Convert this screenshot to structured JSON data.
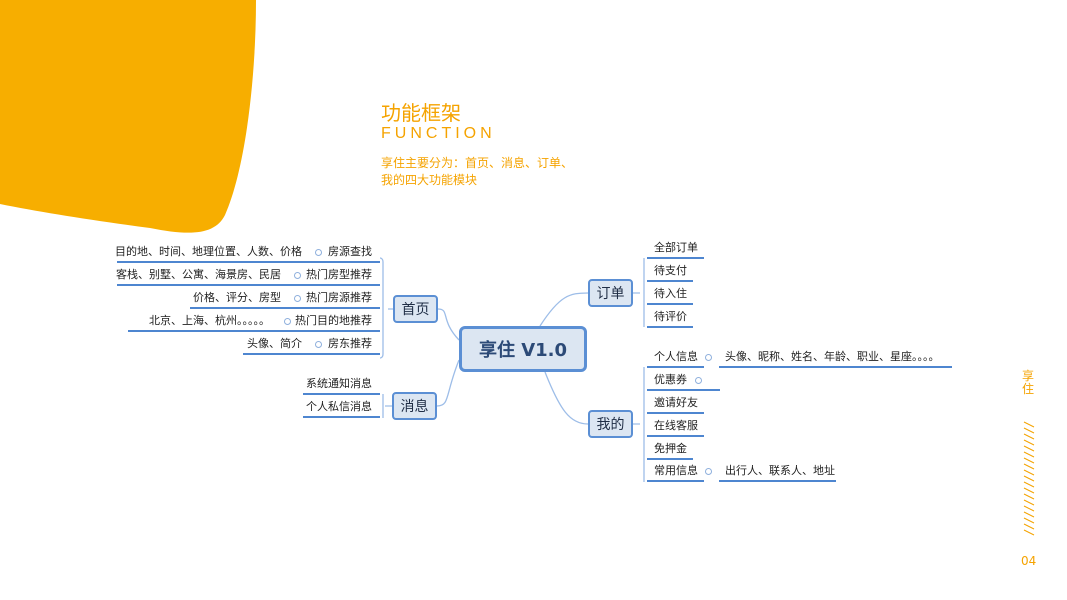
{
  "header": {
    "title": "功能框架",
    "subtitle": "FUNCTION",
    "desc_line1": "享住主要分为：首页、消息、订单、",
    "desc_line2": "我的四大功能模块"
  },
  "mindmap": {
    "root": "享住 V1.0",
    "home": {
      "label": "首页",
      "items": [
        {
          "label": "房源查找",
          "detail": "目的地、时间、地理位置、人数、价格"
        },
        {
          "label": "热门房型推荐",
          "detail": "客栈、别墅、公寓、海景房、民居"
        },
        {
          "label": "热门房源推荐",
          "detail": "价格、评分、房型"
        },
        {
          "label": "热门目的地推荐",
          "detail": "北京、上海、杭州。。。。。"
        },
        {
          "label": "房东推荐",
          "detail": "头像、简介"
        }
      ]
    },
    "messages": {
      "label": "消息",
      "items": [
        "系统通知消息",
        "个人私信消息"
      ]
    },
    "orders": {
      "label": "订单",
      "items": [
        "全部订单",
        "待支付",
        "待入住",
        "待评价"
      ]
    },
    "mine": {
      "label": "我的",
      "items": [
        {
          "label": "个人信息",
          "detail": "头像、昵称、姓名、年龄、职业、星座。。。。"
        },
        {
          "label": "优惠券",
          "detail": ""
        },
        {
          "label": "邀请好友"
        },
        {
          "label": "在线客服"
        },
        {
          "label": "免押金"
        },
        {
          "label": "常用信息",
          "detail": "出行人、联系人、地址"
        }
      ]
    }
  },
  "side": {
    "brand": "享住",
    "page": "04"
  },
  "colors": {
    "accent": "#f5a300",
    "node_border": "#5b8fd4",
    "node_fill": "#dce6f2"
  }
}
